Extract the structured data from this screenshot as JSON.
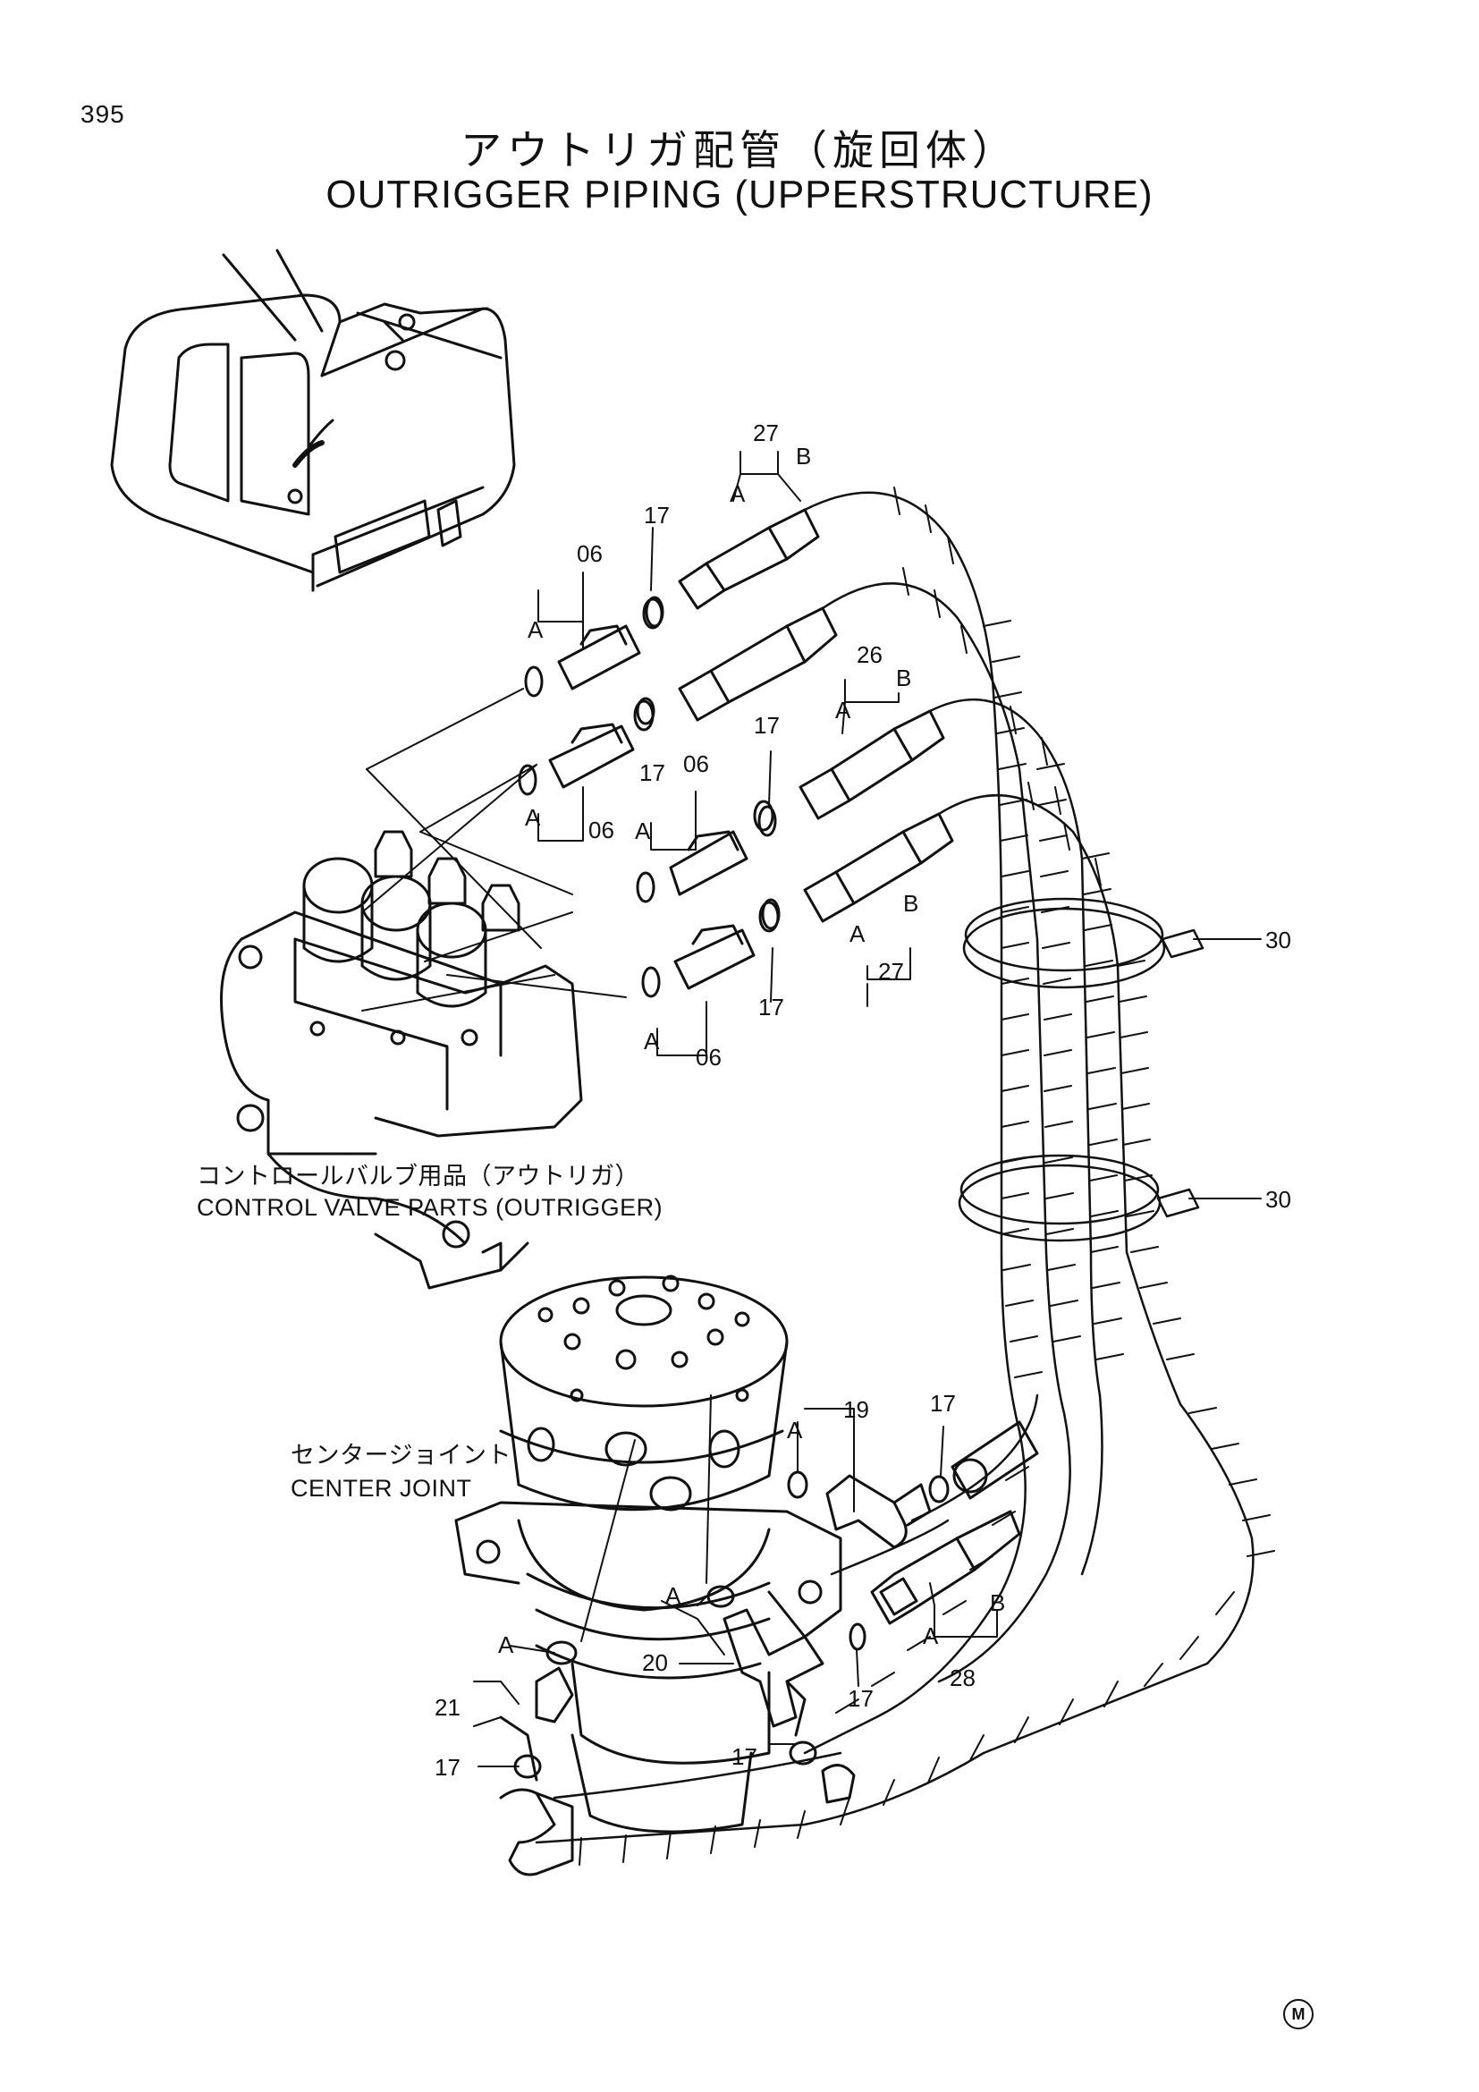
{
  "page": {
    "number": "395"
  },
  "title": {
    "jp": "アウトリガ配管（旋回体）",
    "en": "OUTRIGGER PIPING (UPPERSTRUCTURE)"
  },
  "notes": {
    "control_valve_jp": "コントロールバルブ用品（アウトリガ）",
    "control_valve_en": "CONTROL VALVE PARTS (OUTRIGGER)",
    "center_joint_jp": "センタージョイント",
    "center_joint_en": "CENTER JOINT"
  },
  "labels": [
    {
      "id": "l1",
      "text": "27"
    },
    {
      "id": "l2",
      "text": "A"
    },
    {
      "id": "l3",
      "text": "B"
    },
    {
      "id": "l4",
      "text": "17"
    },
    {
      "id": "l5",
      "text": "06"
    },
    {
      "id": "l6",
      "text": "A"
    },
    {
      "id": "l7",
      "text": "26"
    },
    {
      "id": "l8",
      "text": "A"
    },
    {
      "id": "l9",
      "text": "B"
    },
    {
      "id": "l10",
      "text": "17"
    },
    {
      "id": "l11",
      "text": "17"
    },
    {
      "id": "l12",
      "text": "06"
    },
    {
      "id": "l13",
      "text": "A"
    },
    {
      "id": "l14",
      "text": "06"
    },
    {
      "id": "l15",
      "text": "A"
    },
    {
      "id": "l16",
      "text": "A"
    },
    {
      "id": "l17",
      "text": "B"
    },
    {
      "id": "l18",
      "text": "27"
    },
    {
      "id": "l19",
      "text": "17"
    },
    {
      "id": "l20",
      "text": "A"
    },
    {
      "id": "l21",
      "text": "06"
    },
    {
      "id": "l22",
      "text": "30"
    },
    {
      "id": "l23",
      "text": "30"
    },
    {
      "id": "l24",
      "text": "19"
    },
    {
      "id": "l25",
      "text": "A"
    },
    {
      "id": "l26",
      "text": "17"
    },
    {
      "id": "l27",
      "text": "A"
    },
    {
      "id": "l28",
      "text": "B"
    },
    {
      "id": "l29",
      "text": "A"
    },
    {
      "id": "l30",
      "text": "28"
    },
    {
      "id": "l31",
      "text": "A"
    },
    {
      "id": "l32",
      "text": "20"
    },
    {
      "id": "l33",
      "text": "21"
    },
    {
      "id": "l34",
      "text": "17"
    },
    {
      "id": "l35",
      "text": "17"
    },
    {
      "id": "l36",
      "text": "17"
    }
  ],
  "mark": "M"
}
